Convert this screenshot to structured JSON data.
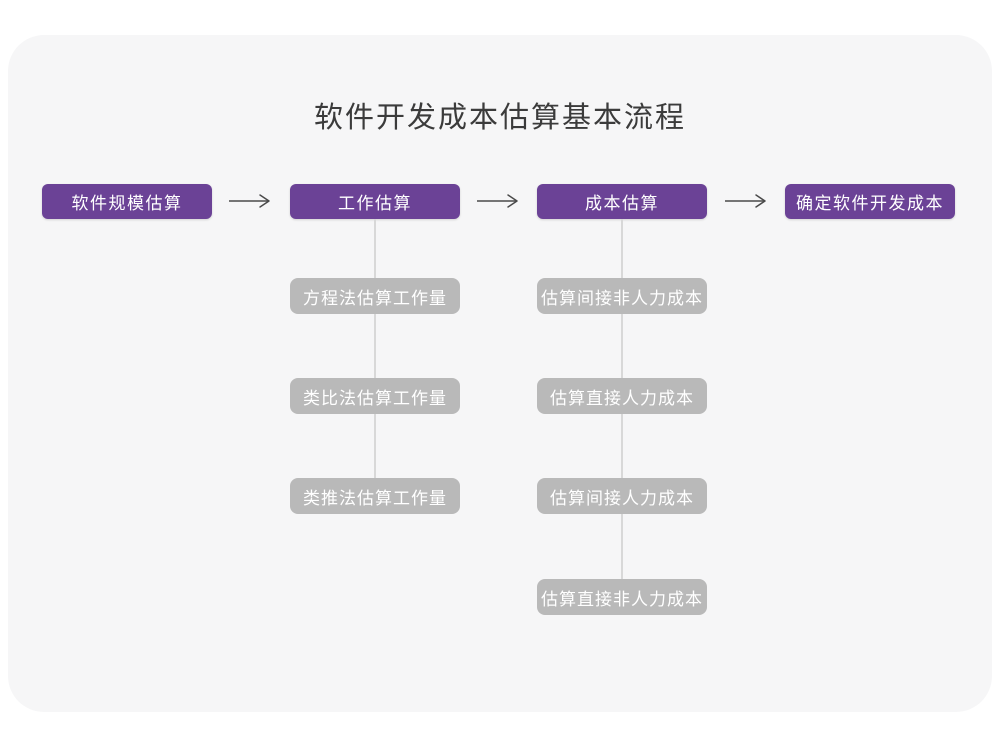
{
  "title": "软件开发成本估算基本流程",
  "colors": {
    "page_bg": "#ffffff",
    "card_bg": "#f6f6f7",
    "primary": "#6b4296",
    "secondary": "#b9b9b9",
    "connector": "#d8d8d8",
    "arrow": "#4a4a4a",
    "title_text": "#3b3b3b",
    "box_text": "#ffffff"
  },
  "flow": {
    "stages": [
      {
        "label": "软件规模估算",
        "children": []
      },
      {
        "label": "工作估算",
        "children": [
          "方程法估算工作量",
          "类比法估算工作量",
          "类推法估算工作量"
        ]
      },
      {
        "label": "成本估算",
        "children": [
          "估算间接非人力成本",
          "估算直接人力成本",
          "估算间接人力成本",
          "估算直接非人力成本"
        ]
      },
      {
        "label": "确定软件开发成本",
        "children": []
      }
    ]
  }
}
